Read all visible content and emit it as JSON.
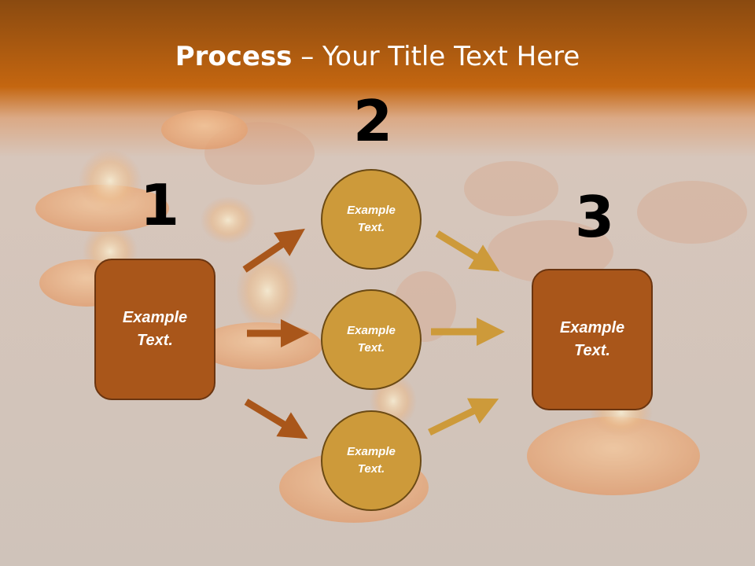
{
  "title": {
    "bold": "Process",
    "rest": " – Your Title Text Here"
  },
  "steps": [
    {
      "number": "1",
      "label": "Example Text."
    },
    {
      "number": "2",
      "items": [
        "Example Text.",
        "Example Text.",
        "Example Text."
      ]
    },
    {
      "number": "3",
      "label": "Example Text."
    }
  ],
  "colors": {
    "box": "#a9561a",
    "circle": "#cd9a3a",
    "arrow_left": "#a9561a",
    "arrow_right": "#cd9a3a",
    "header": "#c46610"
  }
}
